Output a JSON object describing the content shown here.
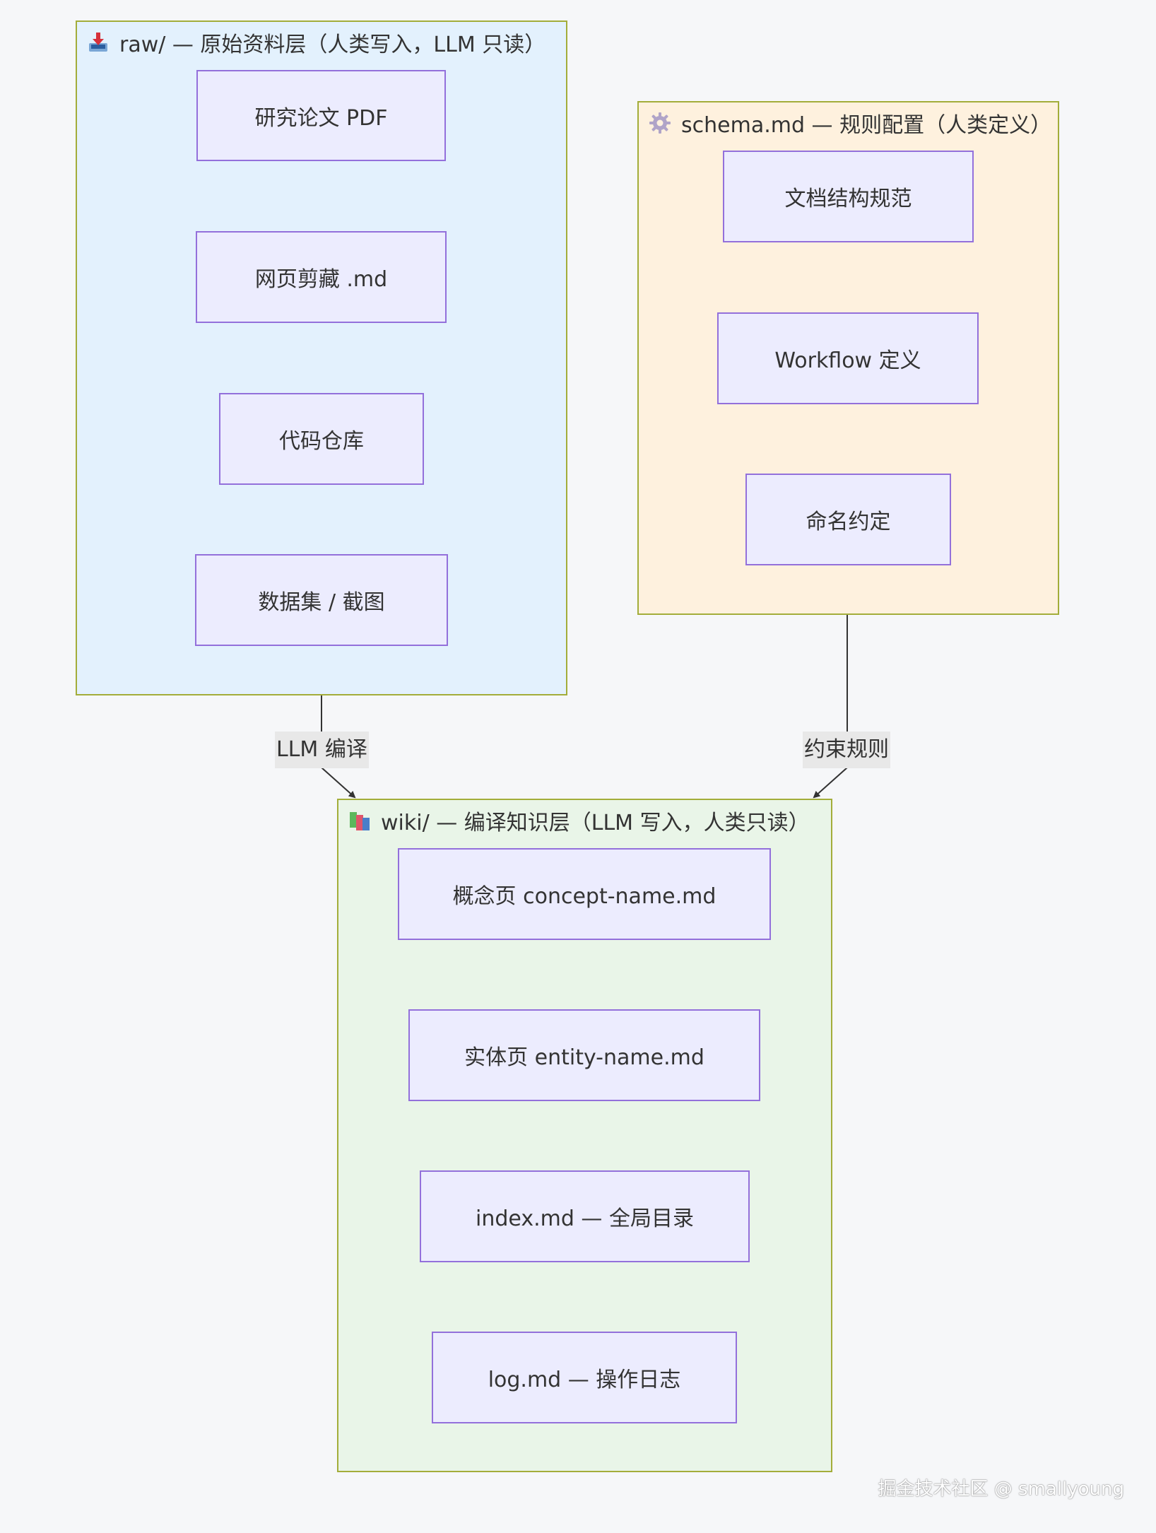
{
  "groups": {
    "raw": {
      "title": "raw/ — 原始资料层（人类写入，LLM 只读）",
      "icon": "inbox-tray-icon",
      "nodes": [
        "研究论文 PDF",
        "网页剪藏 .md",
        "代码仓库",
        "数据集 / 截图"
      ]
    },
    "schema": {
      "title": "schema.md — 规则配置（人类定义）",
      "icon": "gear-icon",
      "nodes": [
        "文档结构规范",
        "Workflow 定义",
        "命名约定"
      ]
    },
    "wiki": {
      "title": "wiki/ — 编译知识层（LLM 写入，人类只读）",
      "icon": "books-icon",
      "nodes": [
        "概念页 concept-name.md",
        "实体页 entity-name.md",
        "index.md — 全局目录",
        "log.md — 操作日志"
      ]
    }
  },
  "edges": [
    {
      "from": "raw",
      "to": "wiki",
      "label": "LLM 编译"
    },
    {
      "from": "schema",
      "to": "wiki",
      "label": "约束规则"
    }
  ],
  "colors": {
    "background": "#f6f7f9",
    "raw_fill": "#e3f1fd",
    "schema_fill": "#fef1de",
    "wiki_fill": "#e9f5e8",
    "group_border": "#a3ad3a",
    "node_fill": "#ececfe",
    "node_border": "#9370db",
    "edge": "#333333"
  },
  "watermark": "掘金技术社区 @ smallyoung"
}
